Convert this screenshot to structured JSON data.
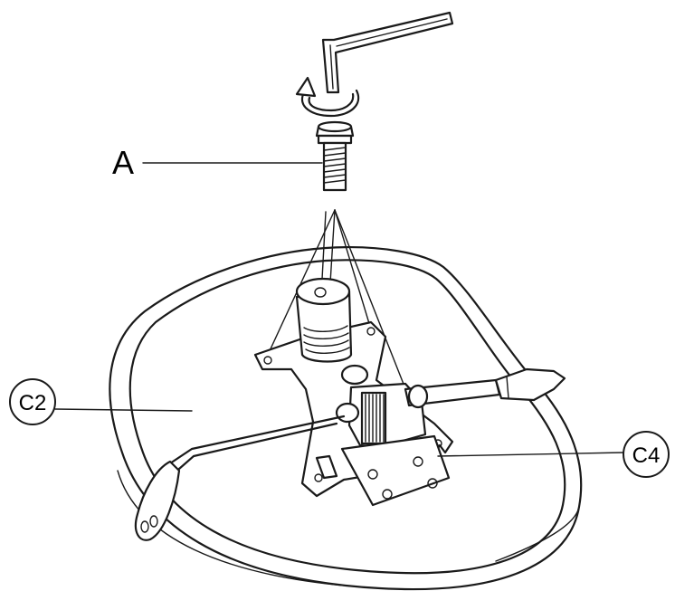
{
  "labels": {
    "a": "A",
    "c2": "C2",
    "c4": "C4"
  },
  "icons": {
    "wrench": "hex-key-icon",
    "rotation": "rotate-arrow-icon",
    "bolt": "bolt-icon"
  },
  "colors": {
    "ink": "#1a1a1a",
    "background": "#ffffff"
  }
}
